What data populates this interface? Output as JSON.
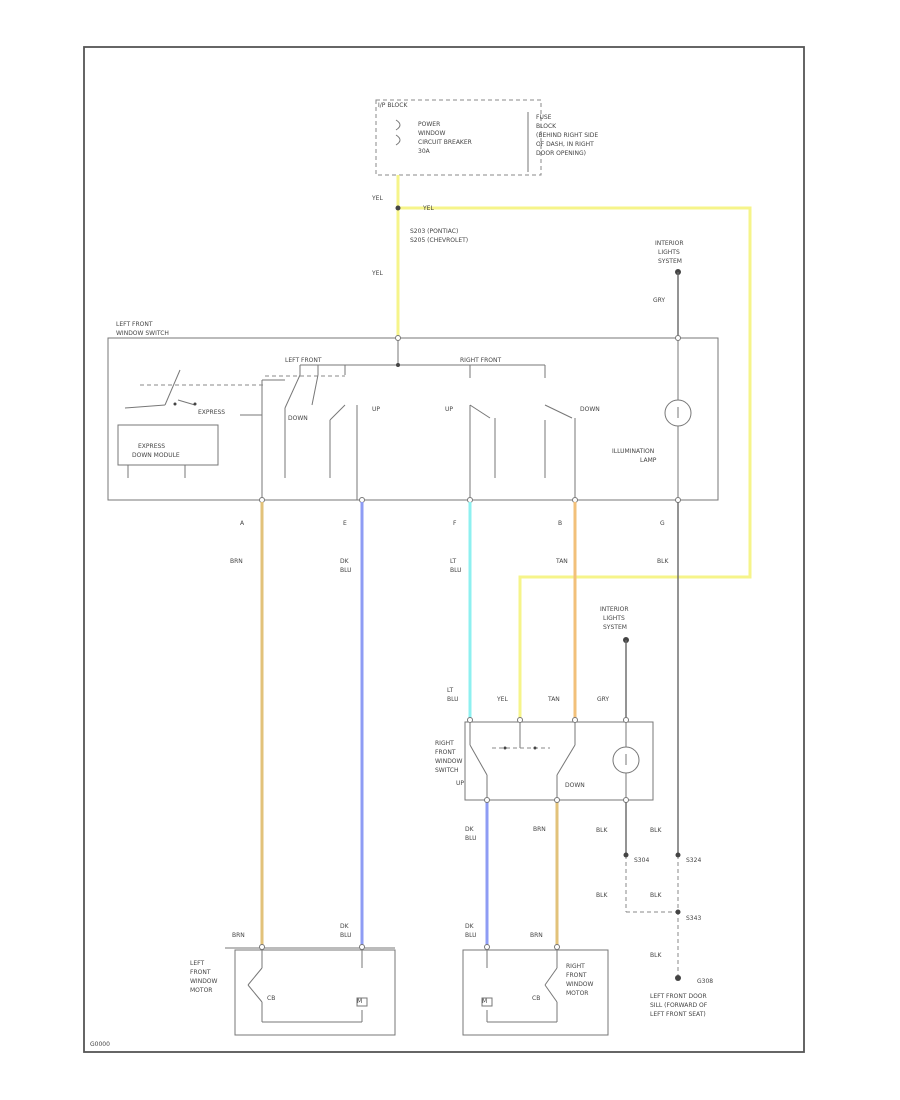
{
  "colors": {
    "yellow_wire": "#f6f48a",
    "brown_wire": "#e2c27a",
    "dk_blue_wire": "#8e9cf4",
    "lt_blue_wire": "#8ef0f0",
    "tan_wire": "#f2c07a",
    "frame": "#666666"
  },
  "fuse": {
    "block_label": "I/P BLOCK",
    "device_lines": [
      "POWER",
      "WINDOW",
      "CIRCUIT BREAKER",
      "30A"
    ],
    "location_lines": [
      "FUSE",
      "BLOCK",
      "(BEHIND RIGHT SIDE",
      "OF DASH, IN RIGHT",
      "DOOR OPENING)"
    ]
  },
  "splice": {
    "wire_left": "YEL",
    "wire_right": "YEL",
    "ids": [
      "S203 (PONTIAC)",
      "S205 (CHEVROLET)"
    ],
    "wire_down": "YEL"
  },
  "interior_lights_top": {
    "lines": [
      "INTERIOR",
      "LIGHTS",
      "SYSTEM"
    ],
    "wire": "GRY"
  },
  "left_switch": {
    "title_lines": [
      "LEFT FRONT",
      "WINDOW SWITCH"
    ],
    "left_front_label": "LEFT FRONT",
    "right_front_label": "RIGHT FRONT",
    "express_label": "EXPRESS",
    "module_lines": [
      "EXPRESS",
      "DOWN MODULE"
    ],
    "down_left": "DOWN",
    "up_left": "UP",
    "up_right": "UP",
    "down_right": "DOWN",
    "lamp_lines": [
      "ILLUMINATION",
      "LAMP"
    ]
  },
  "terminals": [
    "A",
    "E",
    "F",
    "B",
    "G"
  ],
  "wires": {
    "a": "BRN",
    "e": [
      "DK",
      "BLU"
    ],
    "f": [
      "LT",
      "BLU"
    ],
    "b": "TAN",
    "g": "BLK"
  },
  "interior_lights_mid": {
    "lines": [
      "INTERIOR",
      "LIGHTS",
      "SYSTEM"
    ]
  },
  "right_switch": {
    "top_wires": [
      [
        "LT",
        "BLU"
      ],
      "YEL",
      "TAN",
      "GRY"
    ],
    "title_lines": [
      "RIGHT",
      "FRONT",
      "WINDOW",
      "SWITCH"
    ],
    "up": "UP",
    "down": "DOWN",
    "below_left": [
      "DK",
      "BLU"
    ],
    "below_right": "BRN"
  },
  "grounds": {
    "blk1": "BLK",
    "blk2": "BLK",
    "s304": "S304",
    "s324": "S324",
    "blk3": "BLK",
    "blk4": "BLK",
    "s343": "S343",
    "blk5": "BLK",
    "g308": "G308",
    "location_lines": [
      "LEFT FRONT DOOR",
      "SILL (FORWARD OF",
      "LEFT FRONT SEAT)"
    ]
  },
  "motors": {
    "left_wires": [
      "BRN",
      [
        "DK",
        "BLU"
      ]
    ],
    "left_lines": [
      "LEFT",
      "FRONT",
      "WINDOW",
      "MOTOR"
    ],
    "left_cb": "CB",
    "left_m": "M",
    "right_wires": [
      [
        "DK",
        "BLU"
      ],
      "BRN"
    ],
    "right_lines": [
      "RIGHT",
      "FRONT",
      "WINDOW",
      "MOTOR"
    ],
    "right_cb": "CB",
    "right_m": "M"
  },
  "footer_id": "G0000"
}
